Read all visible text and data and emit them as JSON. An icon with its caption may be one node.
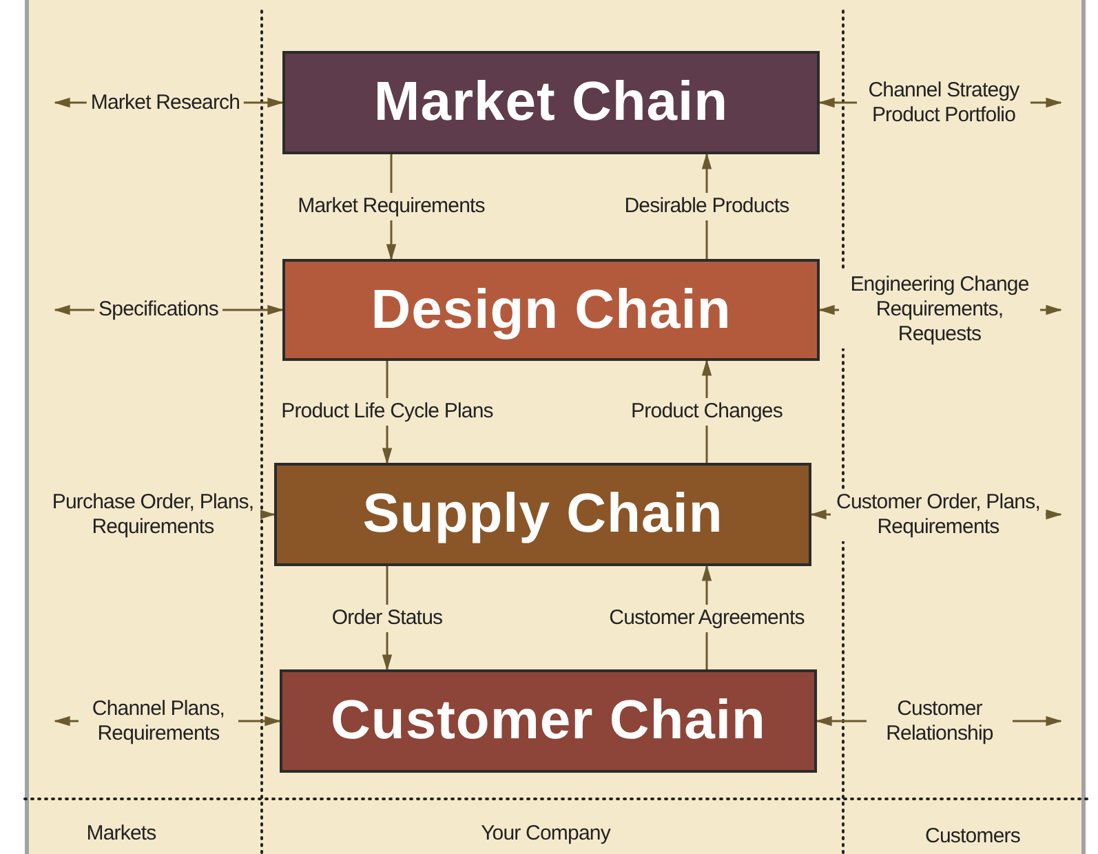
{
  "diagram": {
    "nodes": [
      {
        "text": [
          "Market Chain"
        ]
      },
      {
        "text": [
          "Design Chain"
        ]
      },
      {
        "text": [
          "Supply Chain"
        ]
      },
      {
        "text": [
          "Customer Chain"
        ]
      }
    ],
    "edges": [
      {
        "from": null,
        "to": 0,
        "arrow": "both",
        "label": "Market Research"
      },
      {
        "from": 0,
        "to": null,
        "arrow": "both",
        "label": "Channel Strategy Product Portfolio"
      },
      {
        "from": 0,
        "to": 1,
        "arrow": "to",
        "label": "Market Requirements"
      },
      {
        "from": 1,
        "to": 0,
        "arrow": "to",
        "label": "Desirable Products"
      },
      {
        "from": null,
        "to": 1,
        "arrow": "both",
        "label": "Specifications"
      },
      {
        "from": 1,
        "to": null,
        "arrow": "both",
        "label": "Engineering Change Requirements, Requests"
      },
      {
        "from": 1,
        "to": 2,
        "arrow": "to",
        "label": "Product Life Cycle Plans"
      },
      {
        "from": 2,
        "to": 1,
        "arrow": "to",
        "label": "Product Changes"
      },
      {
        "from": null,
        "to": 2,
        "arrow": "both",
        "label": "Purchase Order, Plans, Requirements"
      },
      {
        "from": 2,
        "to": null,
        "arrow": "both",
        "label": "Customer Order, Plans, Requirements"
      },
      {
        "from": 2,
        "to": 3,
        "arrow": "to",
        "label": "Order Status"
      },
      {
        "from": 3,
        "to": 2,
        "arrow": "to",
        "label": "Customer Agreements"
      },
      {
        "from": null,
        "to": 3,
        "arrow": "both",
        "label": "Channel Plans, Requirements"
      },
      {
        "from": 3,
        "to": null,
        "arrow": "both",
        "label": "Customer Relationship"
      }
    ],
    "labels": [
      "Markets",
      "Your Company",
      "Customers"
    ]
  }
}
